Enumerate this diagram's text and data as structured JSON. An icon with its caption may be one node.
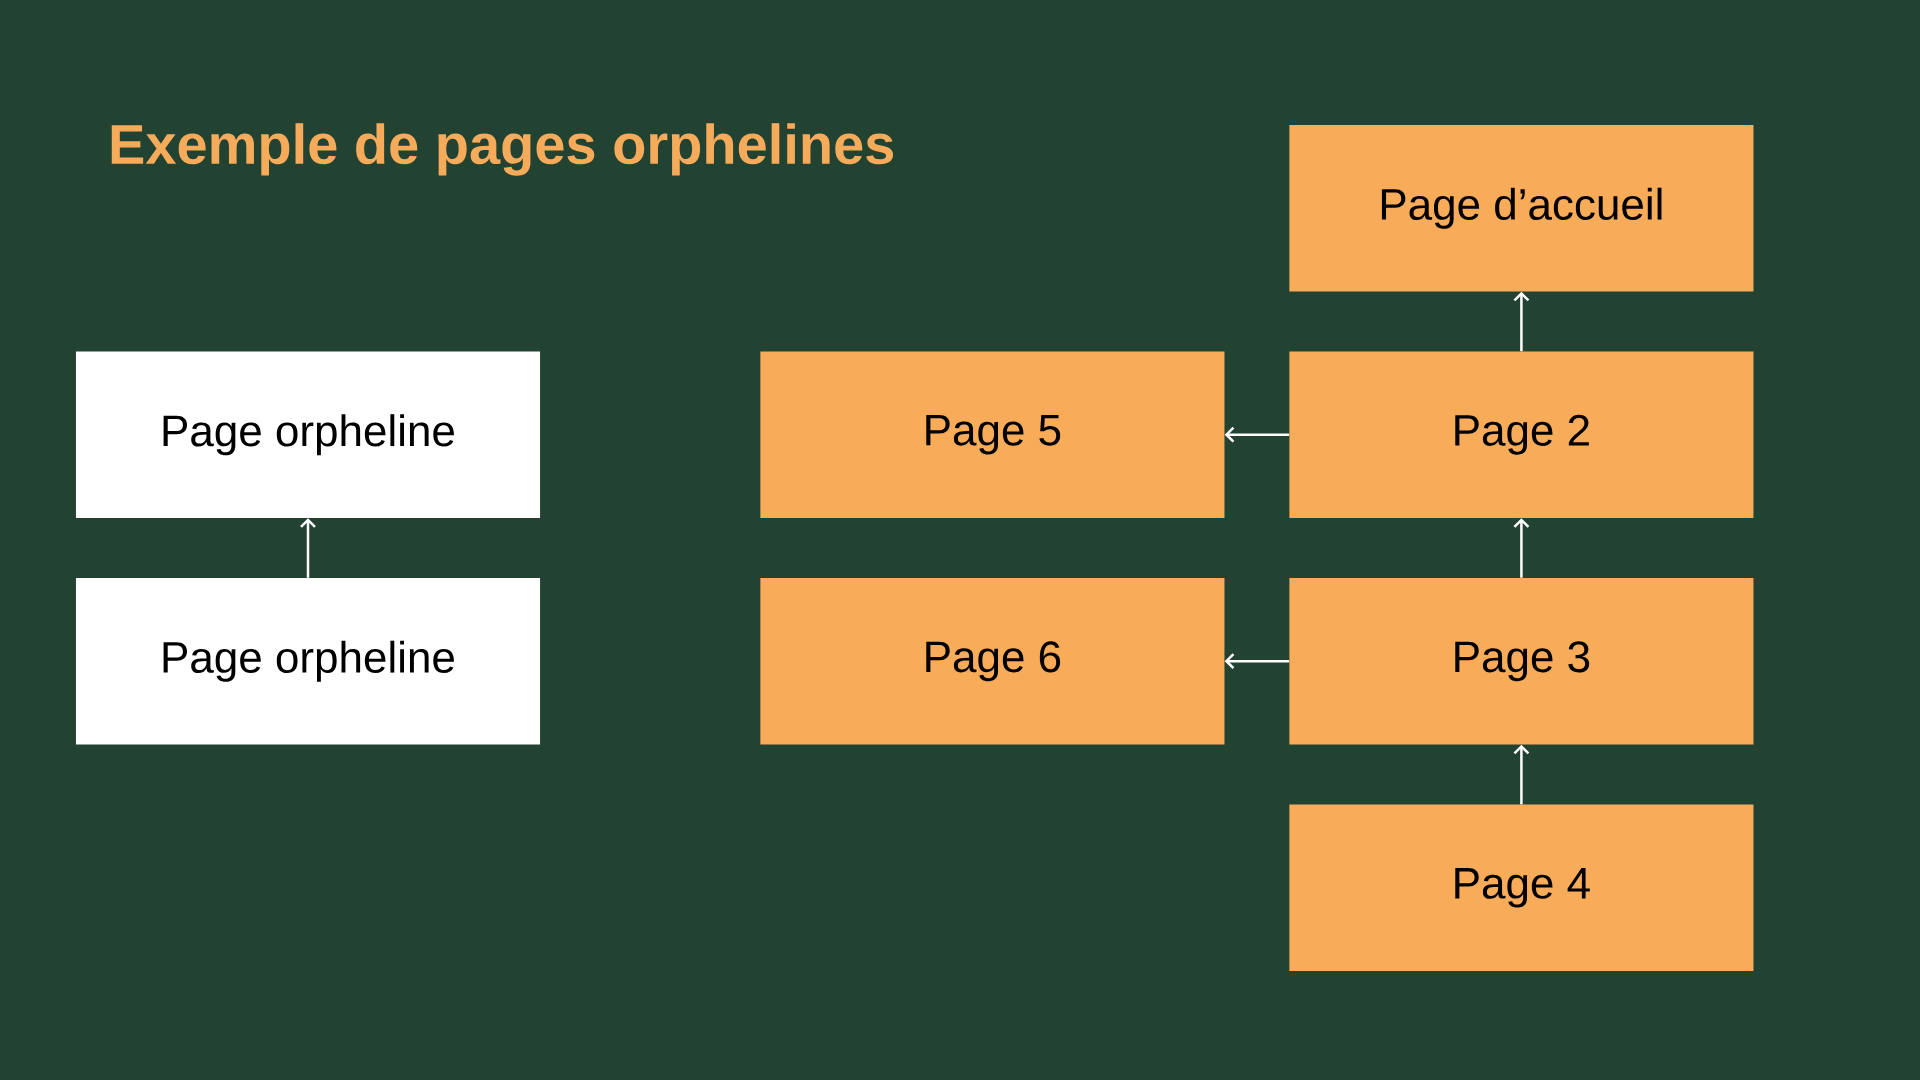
{
  "diagram": {
    "title": "Exemple de pages orphelines",
    "nodes": [
      {
        "text": [
          "Page d’accueil"
        ]
      },
      {
        "text": [
          "Page orpheline"
        ]
      },
      {
        "text": [
          "Page 5"
        ]
      },
      {
        "text": [
          "Page 2"
        ]
      },
      {
        "text": [
          "Page orpheline"
        ]
      },
      {
        "text": [
          "Page 6"
        ]
      },
      {
        "text": [
          "Page 3"
        ]
      },
      {
        "text": [
          "Page 4"
        ]
      }
    ],
    "edges": [
      {
        "from": 4,
        "to": 1,
        "arrow": "to"
      },
      {
        "from": 3,
        "to": 0,
        "arrow": "to"
      },
      {
        "from": 3,
        "to": 2,
        "arrow": "to"
      },
      {
        "from": 6,
        "to": 3,
        "arrow": "to"
      },
      {
        "from": 6,
        "to": 5,
        "arrow": "to"
      },
      {
        "from": 7,
        "to": 6,
        "arrow": "to"
      }
    ]
  }
}
